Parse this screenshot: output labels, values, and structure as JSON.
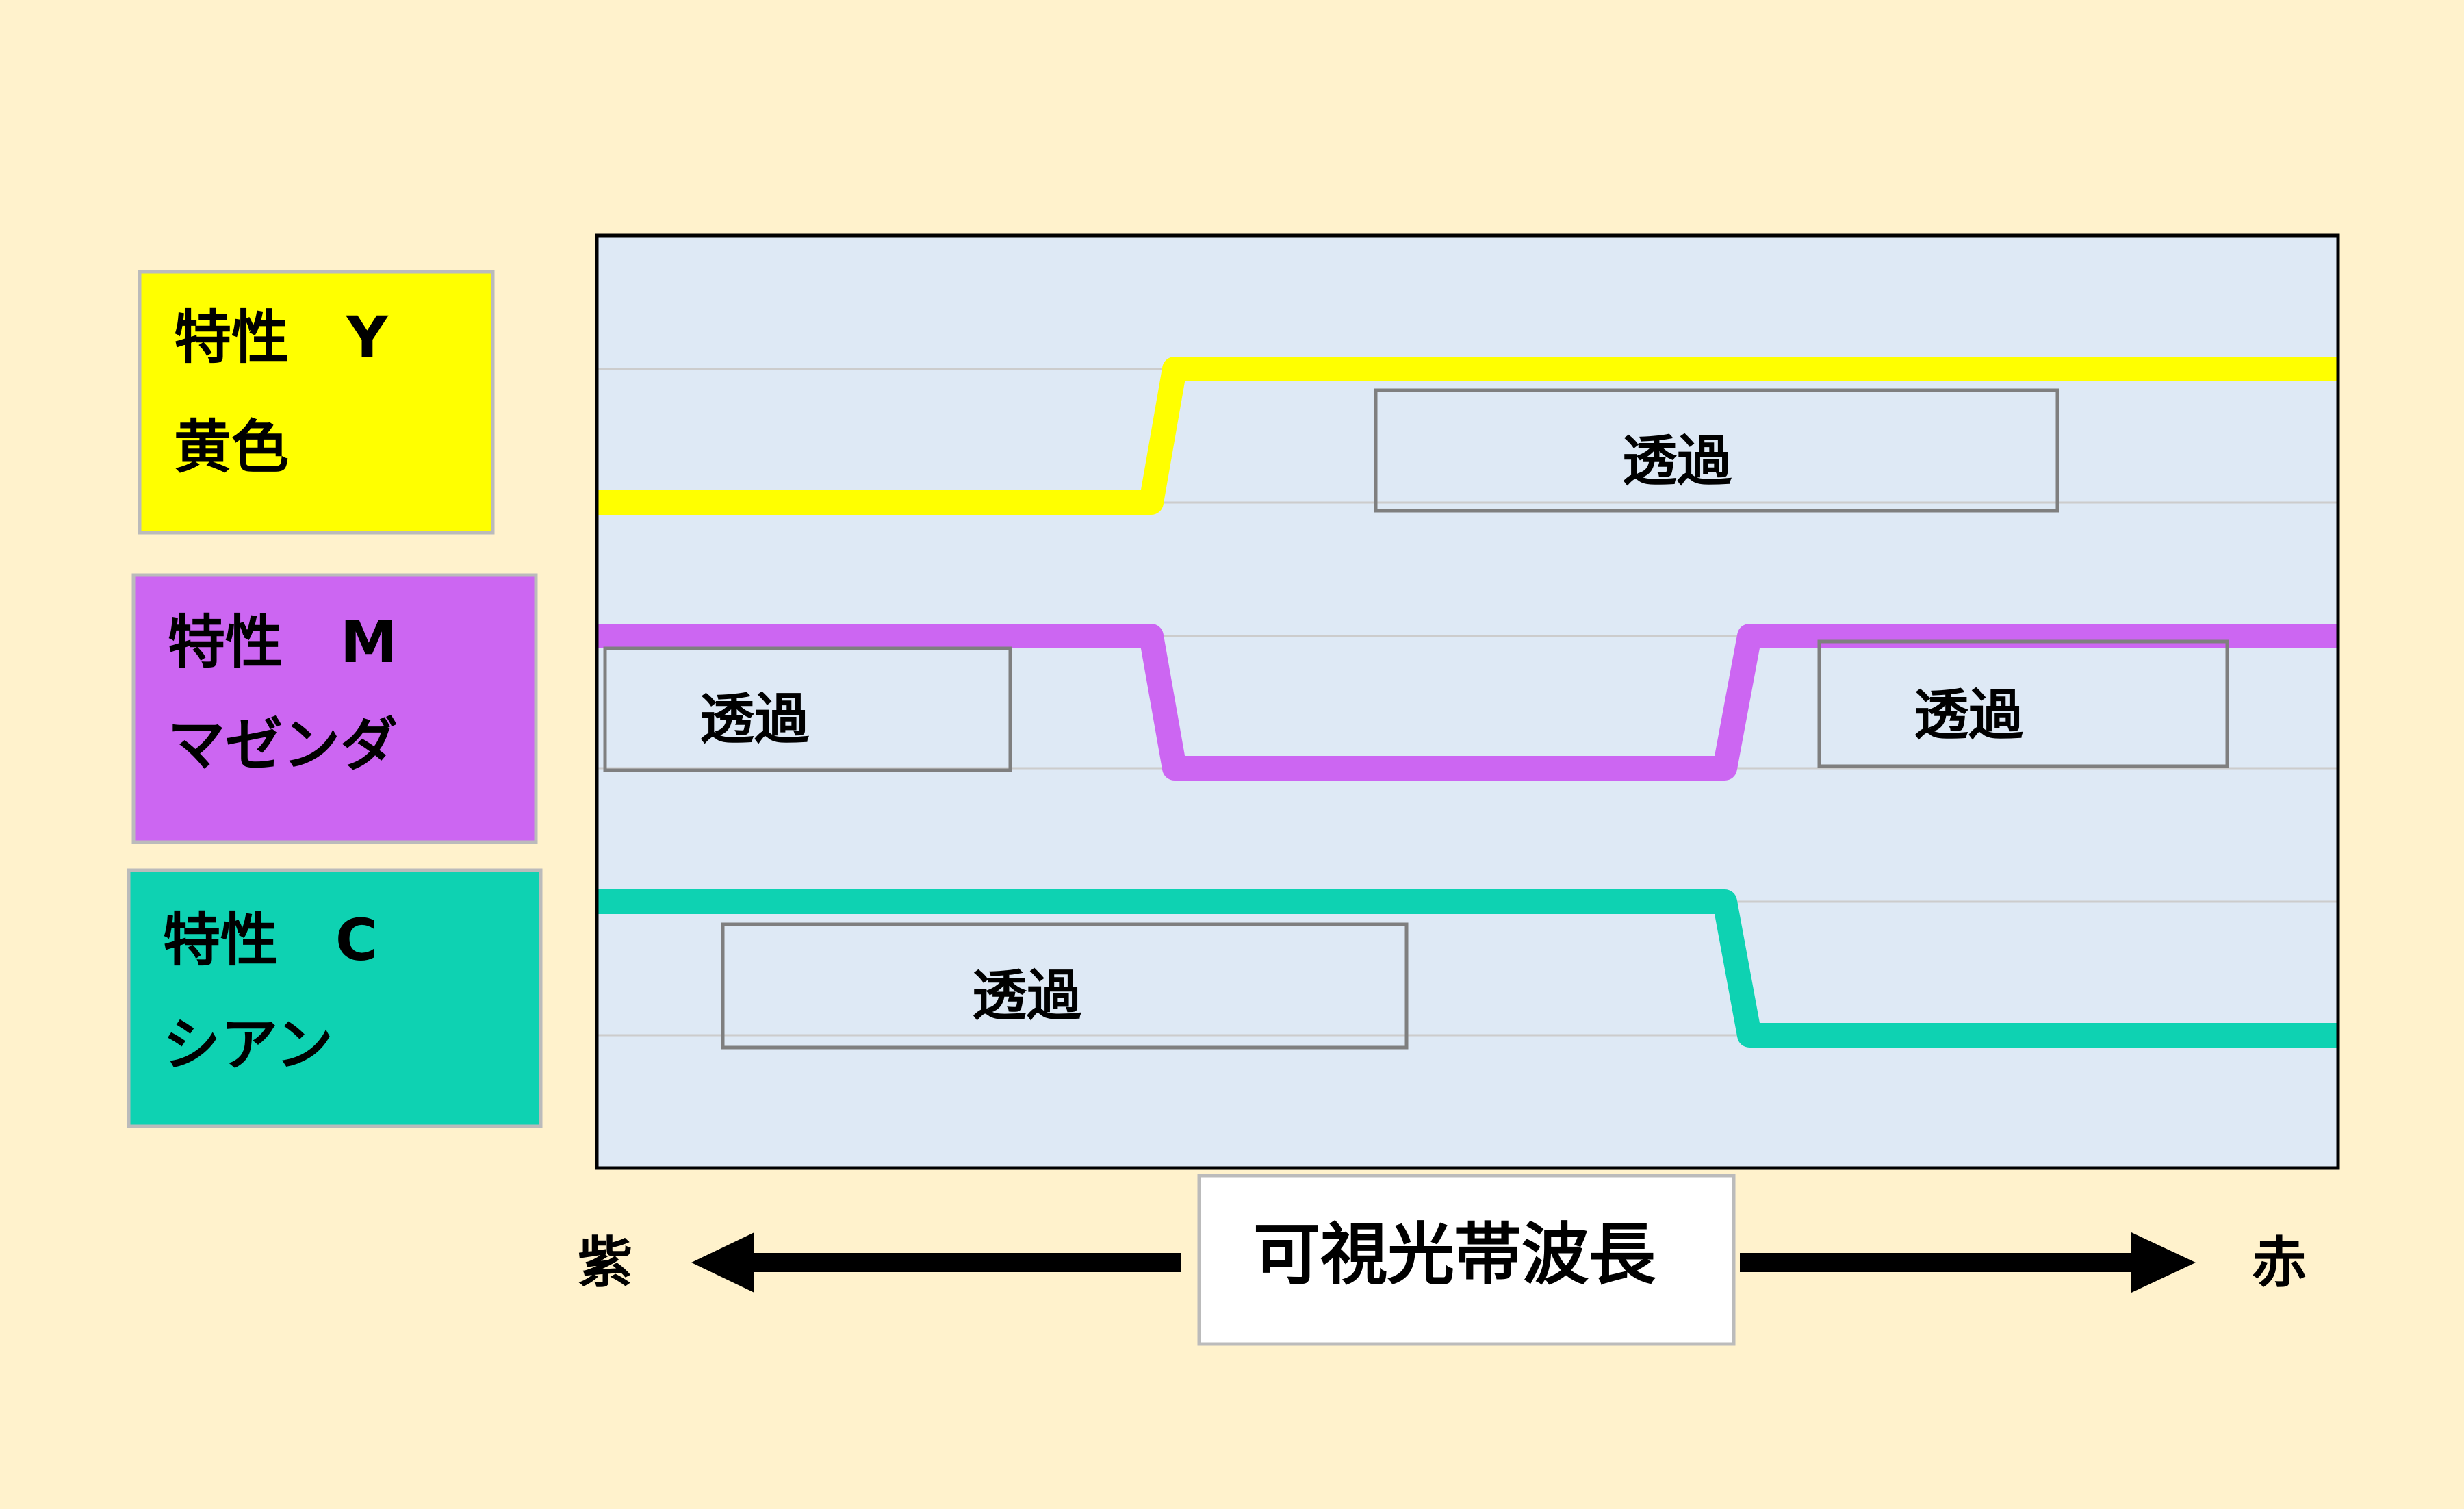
{
  "legend": [
    {
      "line1": "特性　Y",
      "line2": "黄色",
      "color": "#FFFF00"
    },
    {
      "line1": "特性　M",
      "line2": "マゼンダ",
      "color": "#CC66F2"
    },
    {
      "line1": "特性　C",
      "line2": "シアン",
      "color": "#0ED2B2"
    }
  ],
  "transmit_label": "透過",
  "axis": {
    "title": "可視光帯波長",
    "left_end": "紫",
    "right_end": "赤"
  },
  "colors": {
    "background": "#FFF2CC",
    "plot_background": "#DEE9F5",
    "yellow": "#FFFF00",
    "magenta": "#CC66F2",
    "cyan": "#0ED2B2"
  }
}
